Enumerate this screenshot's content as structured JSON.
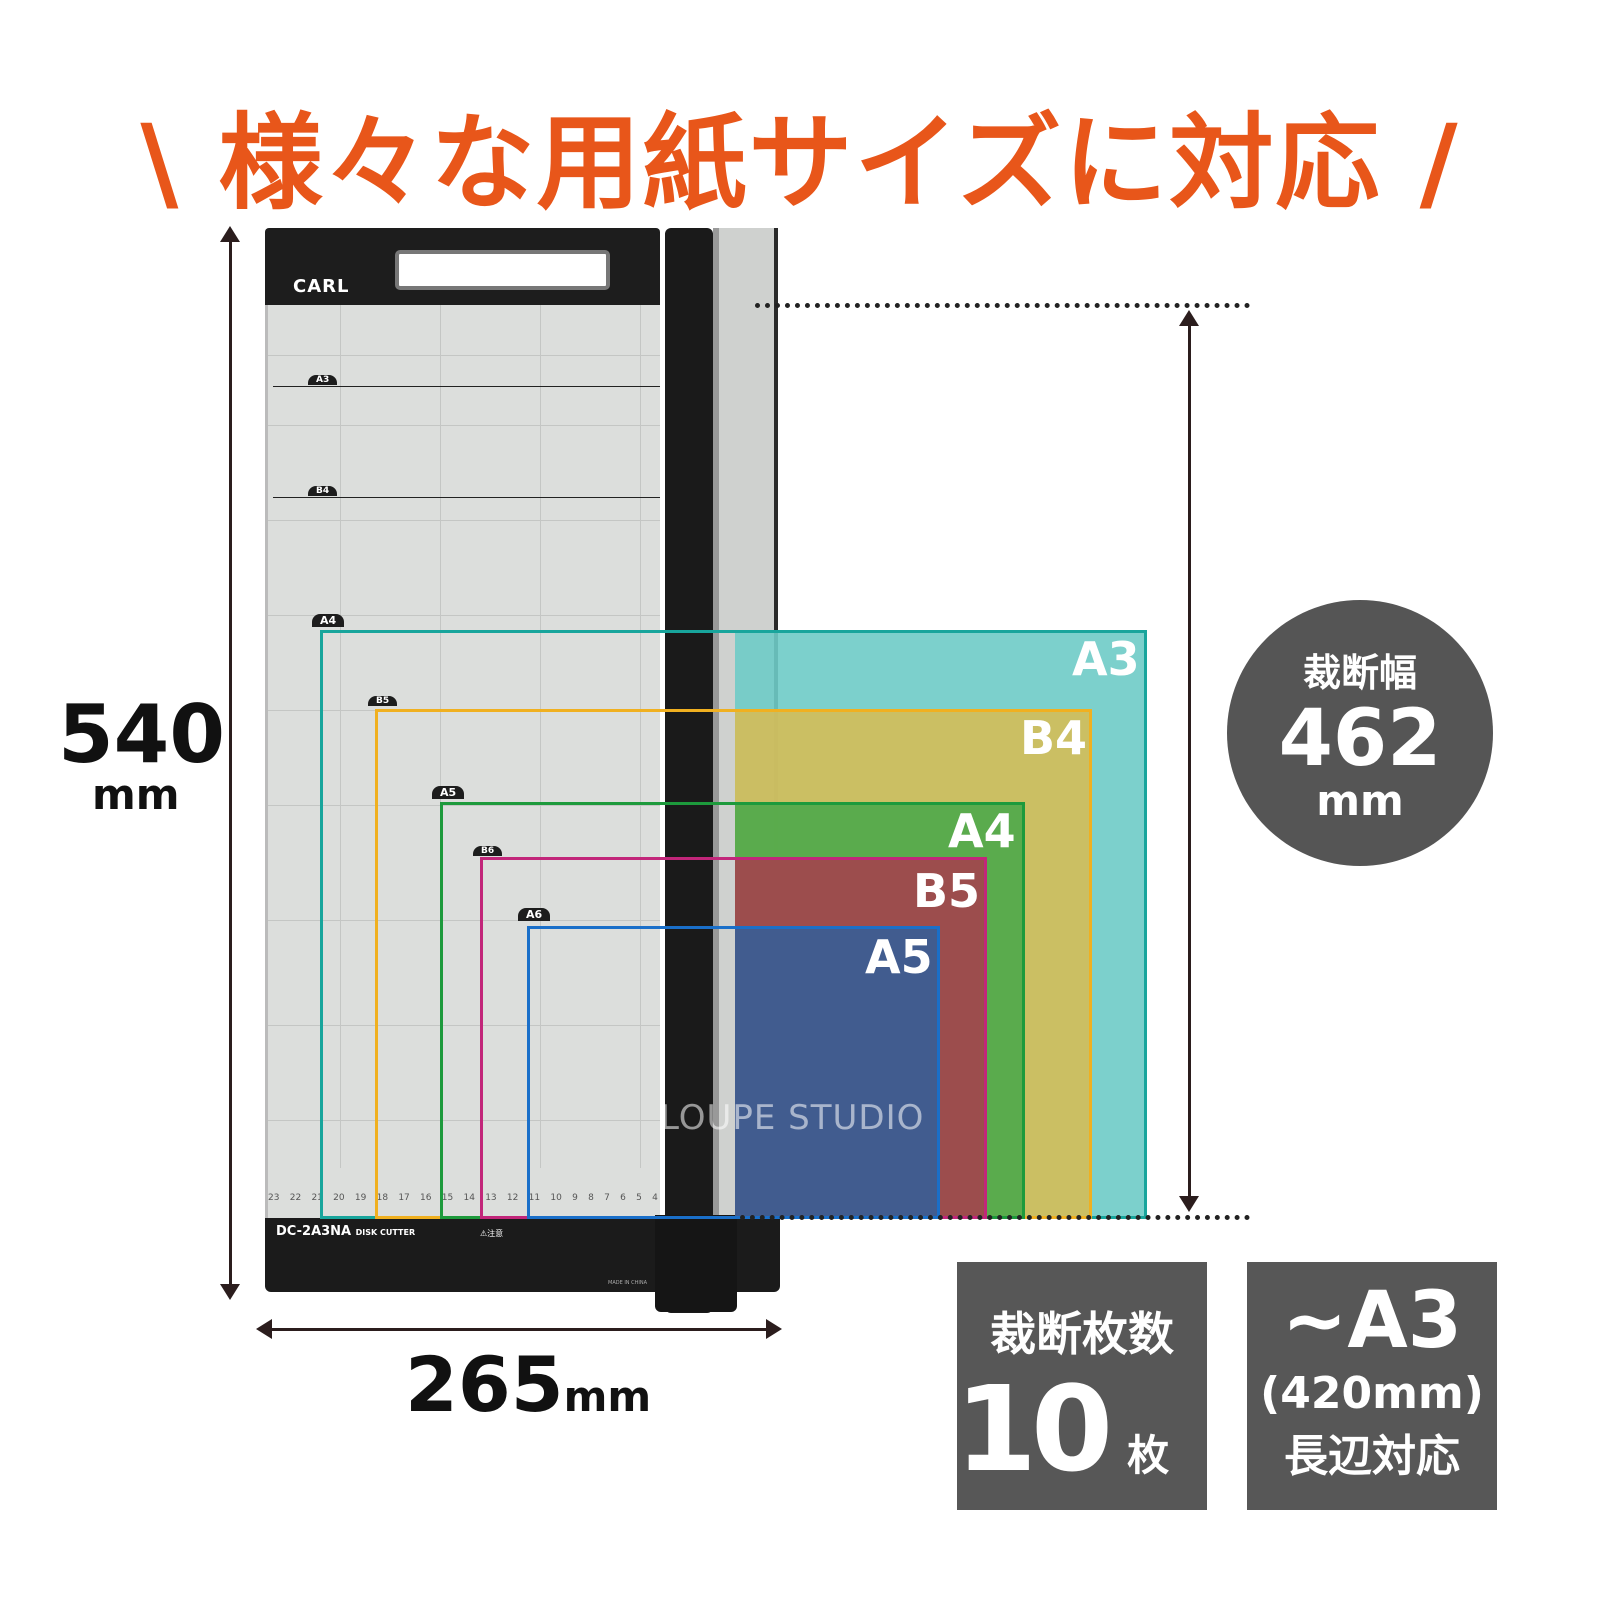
{
  "title": "\\ 様々な用紙サイズに対応 /",
  "cutter": {
    "brand": "CARL",
    "model": "DC-2A3NA",
    "type": "DISK CUTTER",
    "caution": "⚠注意",
    "made_in": "MADE IN CHINA",
    "board_markers": [
      "A3",
      "B4"
    ],
    "guide_tags": [
      "A4",
      "B5",
      "A5",
      "B6",
      "A6"
    ],
    "ruler": [
      "23",
      "22",
      "21",
      "20",
      "19",
      "18",
      "17",
      "16",
      "15",
      "14",
      "13",
      "12",
      "11",
      "10",
      "9",
      "8",
      "7",
      "6",
      "5",
      "4"
    ]
  },
  "papers": [
    {
      "label": "A3",
      "color": "#6ecbc6",
      "border": "#18a59c"
    },
    {
      "label": "B4",
      "color": "#d4bd58",
      "border": "#f0b020"
    },
    {
      "label": "A4",
      "color": "#4ea84a",
      "border": "#1d9a3c"
    },
    {
      "label": "B5",
      "color": "#a3424e",
      "border": "#c2267a"
    },
    {
      "label": "A5",
      "color": "#415c8f",
      "border": "#1a6fc9"
    }
  ],
  "dimensions": {
    "height_value": "540",
    "height_unit": "mm",
    "width_value": "265",
    "width_unit": "mm"
  },
  "cut_width": {
    "label": "裁断幅",
    "value": "462",
    "unit": "mm"
  },
  "sheets": {
    "label": "裁断枚数",
    "value": "10",
    "unit": "枚"
  },
  "max_size": {
    "size": "~A3",
    "length": "(420mm)",
    "note": "長辺対応"
  },
  "watermark": "LOUPE STUDIO",
  "colors": {
    "title": "#e8561a",
    "badge": "#575757"
  }
}
